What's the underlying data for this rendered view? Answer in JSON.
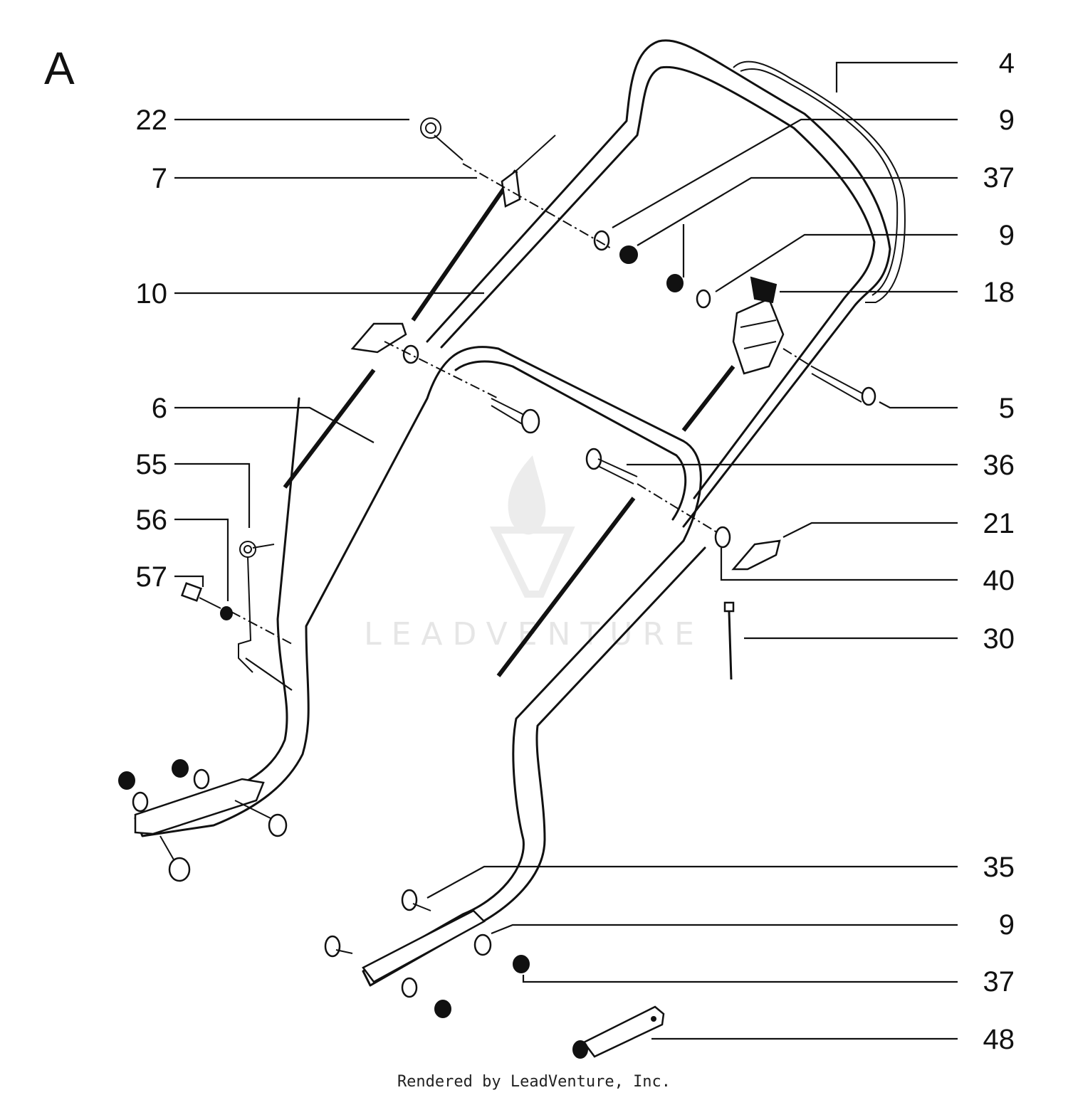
{
  "figure": {
    "section_letter": "A",
    "callouts": [
      "4",
      "9",
      "37",
      "9",
      "18",
      "5",
      "36",
      "21",
      "40",
      "30",
      "35",
      "9",
      "37",
      "48",
      "22",
      "7",
      "10",
      "6",
      "55",
      "56",
      "57"
    ],
    "watermark": "LEADVENTURE",
    "credit": "Rendered by LeadVenture, Inc."
  }
}
